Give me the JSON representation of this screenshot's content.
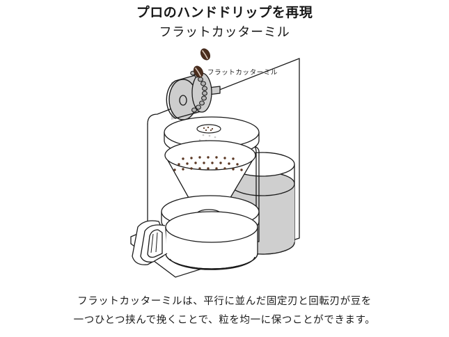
{
  "page": {
    "background_color": "#ffffff",
    "text_color": "#1a1a1a"
  },
  "header": {
    "title_line1": "プロのハンドドリップを再現",
    "title_line2": "フラットカッターミル"
  },
  "figure": {
    "name": "coffee-maker-flat-cutter-mill-diagram",
    "callout_label": "フラットカッターミル",
    "colors": {
      "outline": "#1a1a1a",
      "mill_body": "#cdcdcd",
      "mill_shadow": "#b4b4b4",
      "water": "#cfcfcf",
      "bean": "#4b2e1e",
      "bean_crease": "#d9c7ba",
      "grounds_dark": "#5a3723",
      "grounds_light": "#c9c9c9",
      "fill_white": "#ffffff"
    },
    "parts": [
      {
        "name": "coffee-beans",
        "label": "コーヒー豆",
        "count": 2
      },
      {
        "name": "flat-cutter-mill",
        "label": "フラットカッターミル"
      },
      {
        "name": "grounds-stream",
        "label": "挽かれた粉"
      },
      {
        "name": "upper-lid",
        "label": "上蓋"
      },
      {
        "name": "filter-cone",
        "label": "フィルターコーン"
      },
      {
        "name": "water-tank",
        "label": "水タンク"
      },
      {
        "name": "water-pipe",
        "label": "給湯パイプ"
      },
      {
        "name": "carafe",
        "label": "サーバー"
      },
      {
        "name": "carafe-handle",
        "label": "ハンドル"
      },
      {
        "name": "machine-body",
        "label": "本体"
      },
      {
        "name": "base-plate",
        "label": "ベースプレート"
      }
    ]
  },
  "caption": {
    "line1": "フラットカッターミルは、平行に並んだ固定刃と回転刃が豆を",
    "line2": "一つひとつ挟んで挽くことで、粒を均一に保つことができます。"
  }
}
